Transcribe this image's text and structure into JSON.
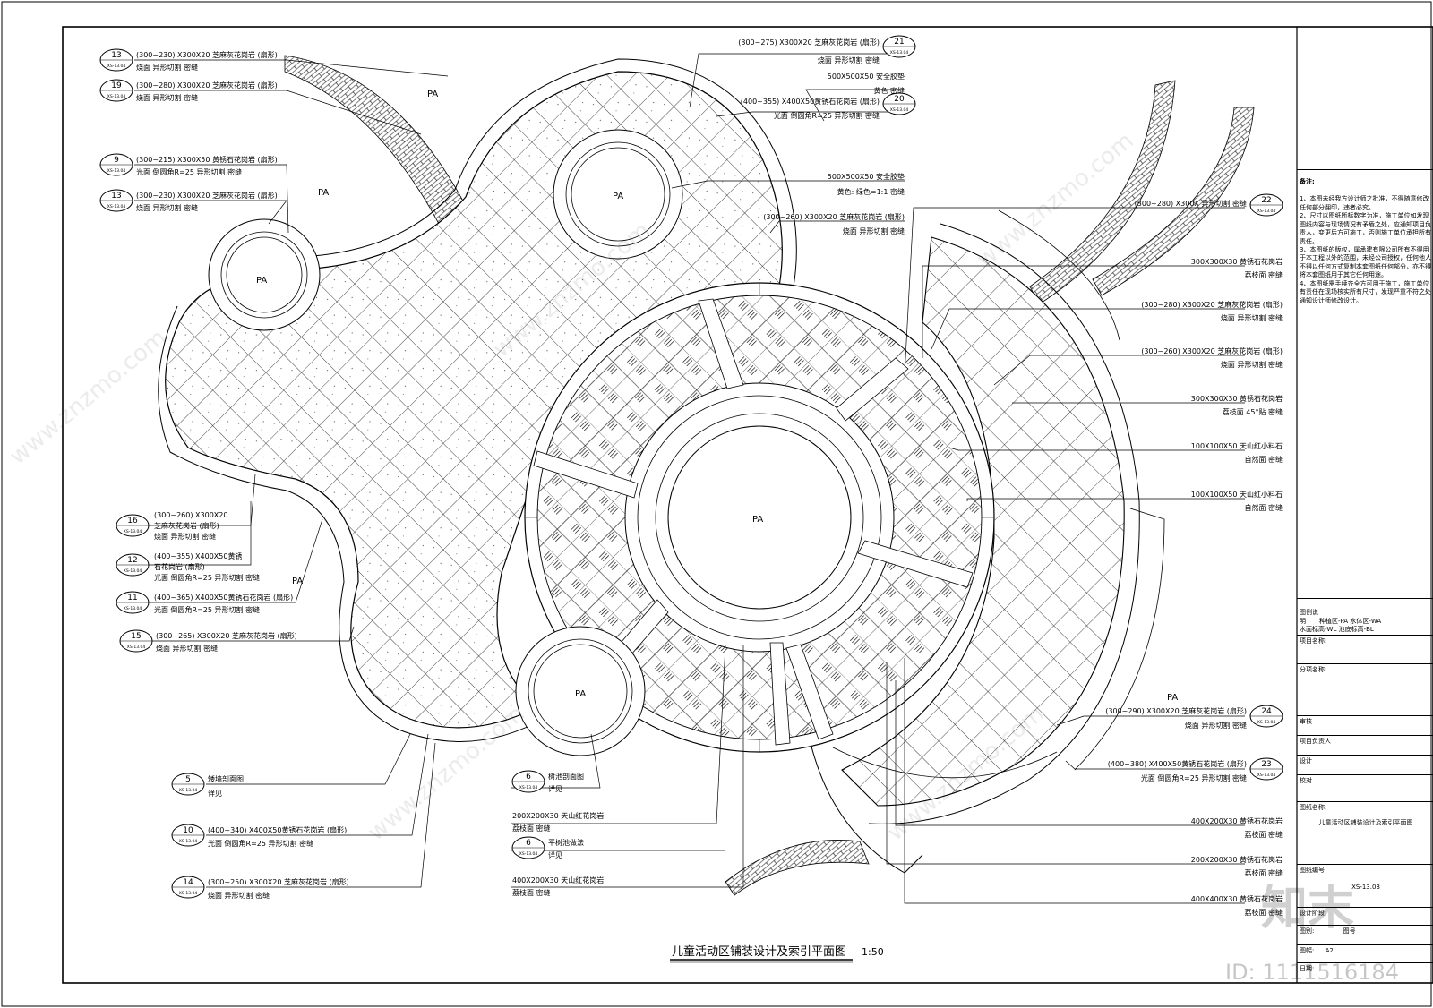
{
  "drawing": {
    "title": "儿童活动区铺装设计及索引平面图",
    "scale": "1:50",
    "zone_label": "PA"
  },
  "callouts_left": [
    {
      "num": "13",
      "ref": "XS-13.04",
      "line1": "(300~230) X300X20  芝麻灰花岗岩 (扇形)",
      "line2": "烧面  异形切割   密缝"
    },
    {
      "num": "19",
      "ref": "XS-13.04",
      "line1": "(300~280) X300X20  芝麻灰花岗岩 (扇形)",
      "line2": "烧面  异形切割   密缝"
    },
    {
      "num": "9",
      "ref": "XS-13.04",
      "line1": "(300~215) X300X50  黄锈石花岗岩 (扇形)",
      "line2": "光面   倒圆角R=25  异形切割   密缝"
    },
    {
      "num": "13",
      "ref": "XS-13.04",
      "line1": "(300~230) X300X20  芝麻灰花岗岩 (扇形)",
      "line2": "烧面  异形切割   密缝"
    },
    {
      "num": "16",
      "ref": "XS-13.04",
      "line1": "(300~260) X300X20",
      "line2": "芝麻灰花岗岩 (扇形)"
    },
    {
      "num": "12",
      "ref": "XS-13.04",
      "line1": "(400~355) X400X50黄锈",
      "line2": "石花岗岩 (扇形)"
    },
    {
      "num": "11",
      "ref": "XS-13.04",
      "line1": "(400~365) X400X50黄锈石花岗岩 (扇形)",
      "line2": "光面   倒圆角R=25  异形切割   密缝"
    },
    {
      "num": "15",
      "ref": "XS-13.04",
      "line1": "(300~265) X300X20  芝麻灰花岗岩 (扇形)",
      "line2": "烧面  异形切割   密缝"
    },
    {
      "num": "5",
      "ref": "XS-13.04",
      "line1": "矮墙剖面图",
      "line2": "详见"
    },
    {
      "num": "10",
      "ref": "XS-13.04",
      "line1": "(400~340) X400X50黄锈石花岗岩 (扇形)",
      "line2": "光面   倒圆角R=25  异形切割   密缝"
    },
    {
      "num": "14",
      "ref": "XS-13.04",
      "line1": "(300~250) X300X20  芝麻灰花岗岩 (扇形)",
      "line2": "烧面  异形切割   密缝"
    }
  ],
  "extra_notes": {
    "c12_line3": "光面   倒圆角R=25  异形切割   密缝",
    "c16_line3": "烧面  异形切割   密缝"
  },
  "callouts_top_right": [
    {
      "num": "21",
      "ref": "XS-13.04",
      "line1": "(300~275) X300X20  芝麻灰花岗岩 (扇形)",
      "line2": "烧面  异形切割   密缝"
    },
    {
      "num": "",
      "ref": "",
      "line1": "500X500X50  安全胶垫",
      "line2": "黄色  密缝"
    },
    {
      "num": "20",
      "ref": "XS-13.04",
      "line1": "(400~355) X400X50黄锈石花岗岩 (扇形)",
      "line2": "光面   倒圆角R=25  异形切割   密缝"
    },
    {
      "num": "",
      "ref": "",
      "line1": "500X500X50  安全胶垫",
      "line2": "黄色: 绿色=1:1  密缝"
    },
    {
      "num": "",
      "ref": "",
      "line1": "(300~260) X300X20  芝麻灰花岗岩 (扇形)",
      "line2": "烧面  异形切割   密缝"
    }
  ],
  "callouts_right": [
    {
      "num": "22",
      "ref": "XS-13.04",
      "line1": "(300~280) X300X  异形切割   密缝",
      "line2": ""
    },
    {
      "num": "",
      "ref": "",
      "line1": "300X300X30  黄锈石花岗岩",
      "line2": "荔枝面   密缝"
    },
    {
      "num": "",
      "ref": "",
      "line1": "(300~280) X300X20  芝麻灰花岗岩 (扇形)",
      "line2": "烧面  异形切割   密缝"
    },
    {
      "num": "",
      "ref": "",
      "line1": "(300~260) X300X20  芝麻灰花岗岩 (扇形)",
      "line2": "烧面  异形切割   密缝"
    },
    {
      "num": "",
      "ref": "",
      "line1": "300X300X30  黄锈石花岗岩",
      "line2": "荔枝面  45°贴   密缝"
    },
    {
      "num": "",
      "ref": "",
      "line1": "100X100X50  天山红小料石",
      "line2": "自然面   密缝"
    },
    {
      "num": "",
      "ref": "",
      "line1": "100X100X50  天山红小料石",
      "line2": "自然面   密缝"
    },
    {
      "num": "24",
      "ref": "XS-13.04",
      "line1": "(300~290) X300X20  芝麻灰花岗岩 (扇形)",
      "line2": "烧面  异形切割   密缝"
    },
    {
      "num": "23",
      "ref": "XS-13.04",
      "line1": "(400~380) X400X50黄锈石花岗岩 (扇形)",
      "line2": "光面   倒圆角R=25  异形切割   密缝"
    },
    {
      "num": "",
      "ref": "",
      "line1": "400X200X30  黄锈石花岗岩",
      "line2": "荔枝面   密缝"
    },
    {
      "num": "",
      "ref": "",
      "line1": "200X200X30  黄锈石花岗岩",
      "line2": "荔枝面   密缝"
    },
    {
      "num": "",
      "ref": "",
      "line1": "400X400X30  黄锈石花岗岩",
      "line2": "荔枝面   密缝"
    }
  ],
  "callouts_bottom_center": [
    {
      "num": "6",
      "ref": "XS-13.04",
      "line1": "树池剖面图",
      "line2": "详见"
    },
    {
      "num": "",
      "ref": "",
      "line1": "200X200X30  天山红花岗岩",
      "line2": "荔枝面   密缝"
    },
    {
      "num": "6",
      "ref": "XS-13.04",
      "line1": "平树池做法",
      "line2": "详见"
    },
    {
      "num": "",
      "ref": "",
      "line1": "400X200X30  天山红花岗岩",
      "line2": "荔枝面   密缝"
    }
  ],
  "title_block": {
    "notes_title": "备注:",
    "notes": "1、本图未经我方设计师之批准，不得随意修改任何部分翻印，违者必究。\n2、尺寸以图纸所标数字为准，施工单位如发现图纸内容与现场情况有矛盾之处，应通知项目负责人，变更后方可施工，否则施工单位承担所有责任。\n3、本图纸的版权，属承建有限公司所有不得用于本工程以外的范围，未经公司授权，任何他人不得以任何方式复制本套图纸任何部分，亦不得将本套图纸用于其它任何用途。\n4、本图纸需手续齐全方可用于施工，施工单位有责任在现场核实所有尺寸，发现严重不符之处通知设计师修改设计。",
    "legend_label": "图例说明",
    "legend": "种植区-PA    水体区-WA\n水面标高-WL   池底标高-BL\n墙顶标高-TW",
    "project_label": "项目名称:",
    "subproject_label": "分项名称:",
    "rows": [
      "审核",
      "项目负责人",
      "设计",
      "校对"
    ],
    "drawing_name_label": "图纸名称:",
    "drawing_name": "儿童活动区铺装设计及索引平面图",
    "drawing_no_label": "图纸编号",
    "drawing_no": "XS-13.03",
    "phase_label": "设计阶段:",
    "type_label": "图别:",
    "type_value": "图号",
    "size_label": "图幅:",
    "size_value": "A2",
    "date_label": "日期:"
  },
  "watermark": {
    "brand": "知末",
    "site": "www.znzmo.com",
    "id": "ID: 1111516184"
  }
}
